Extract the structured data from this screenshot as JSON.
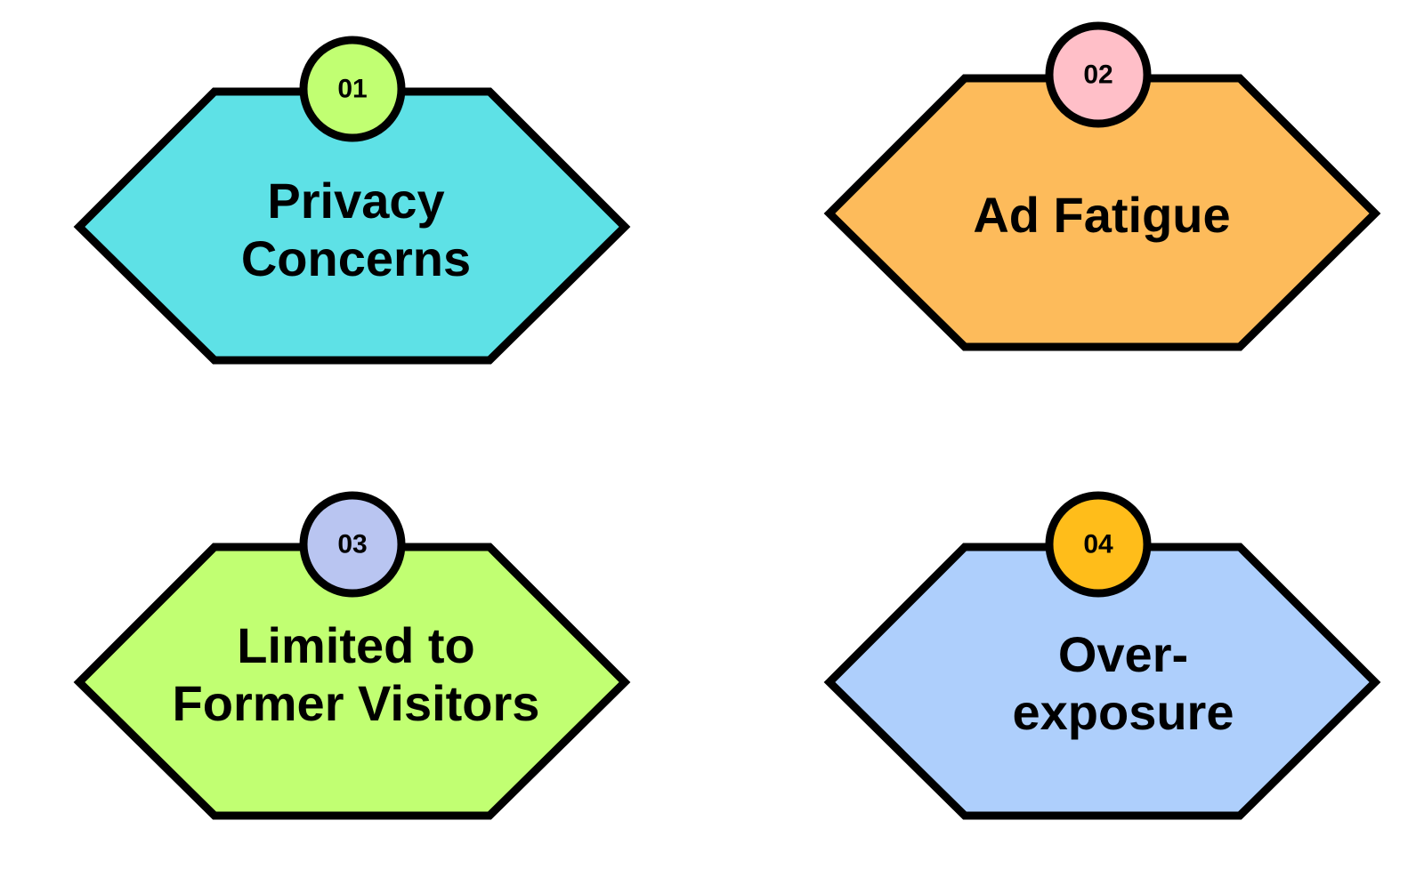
{
  "items": [
    {
      "number": "01",
      "label_lines": [
        "Privacy",
        "Concerns"
      ],
      "fill": "#5EE1E6",
      "badge_fill": "#C1FF72"
    },
    {
      "number": "02",
      "label_lines": [
        "Ad Fatigue"
      ],
      "fill": "#FDBB5B",
      "badge_fill": "#FFBFC8"
    },
    {
      "number": "03",
      "label_lines": [
        "Limited to",
        "Former Visitors"
      ],
      "fill": "#C1FF72",
      "badge_fill": "#B9C5F1"
    },
    {
      "number": "04",
      "label_lines": [
        "Over-",
        "exposure"
      ],
      "fill": "#AECFFC",
      "badge_fill": "#FFBD1A"
    }
  ]
}
